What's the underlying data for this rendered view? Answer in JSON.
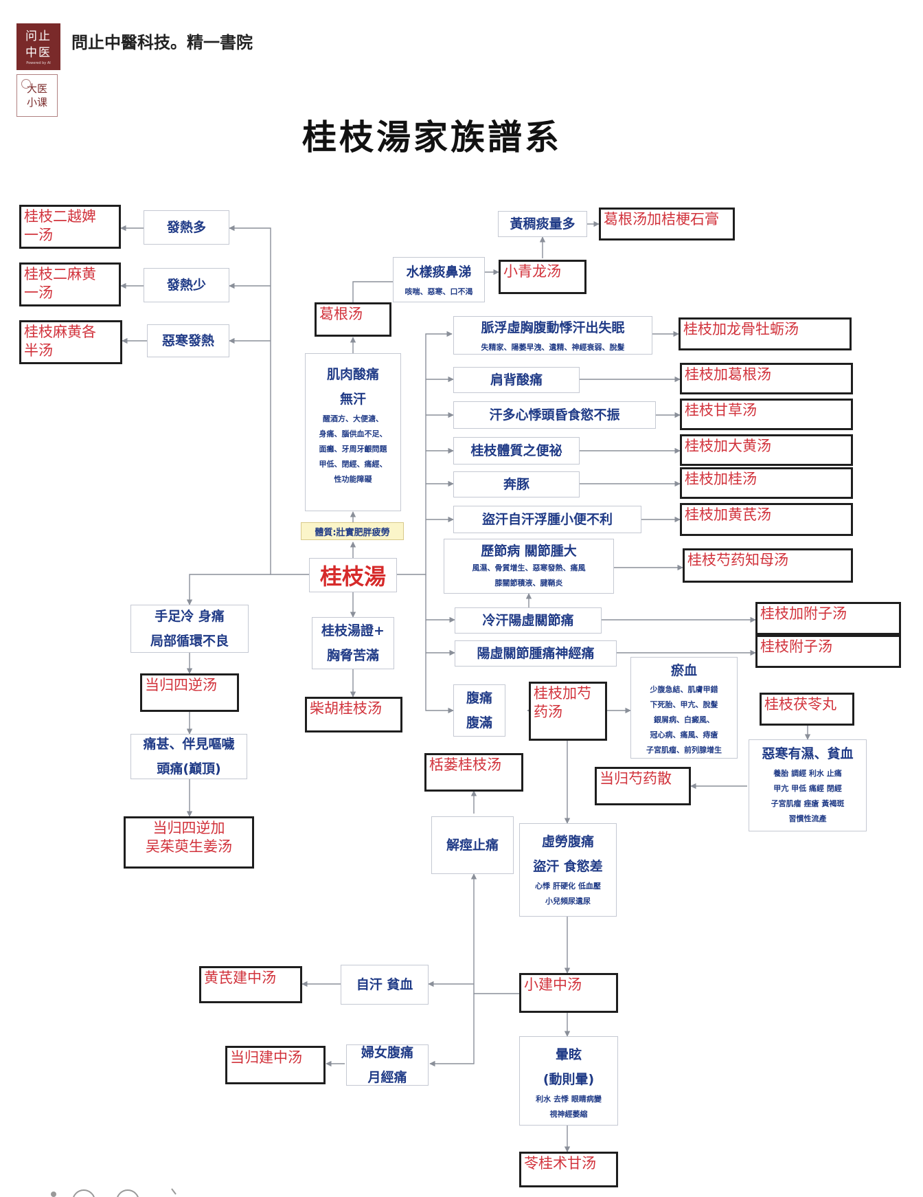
{
  "header": {
    "logo1_line1": "问止",
    "logo1_line2": "中医",
    "logo1_small": "Powered by AI",
    "logo2_line1": "大医",
    "logo2_line2": "小课",
    "brand": "問止中醫科技。精一書院"
  },
  "title": "桂枝湯家族譜系",
  "center": "桂枝湯",
  "physique": "體質:壯實肥胖疲勞",
  "nodes": {
    "fever_more": "發熱多",
    "fever_less": "發熱少",
    "chill_fever": "惡寒發熱",
    "sputum": "黃稠痰量多",
    "watery": "水樣痰鼻涕",
    "watery_sub": "咳喘、惡寒、口不渴",
    "muscle_t1": "肌肉酸痛",
    "muscle_t2": "無汗",
    "muscle_s1": "醒酒方、大便溏、",
    "muscle_s2": "身痛、腦供血不足、",
    "muscle_s3": "面癱、牙周牙齦問題",
    "muscle_s4": "甲低、閉經、痛經、",
    "muscle_s5": "性功能障礙",
    "pulse": "脈浮虛胸腹動悸汗出失眠",
    "pulse_sub": "失精家、陽萎早洩、遺精、神經衰弱、脫髮",
    "shoulder": "肩背酸痛",
    "sweat_palp": "汗多心悸頭昏食慾不振",
    "constip": "桂枝體質之便祕",
    "bentun": "奔豚",
    "night_sweat": "盜汗自汗浮腫小便不利",
    "joint_t": "歷節病 關節腫大",
    "joint_s1": "風濕、骨質增生、惡寒發熱、痛風",
    "joint_s2": "膝關節積液、腱鞘炎",
    "cold_sweat": "冷汗陽虛關節痛",
    "yang_def": "陽虛關節腫痛神經痛",
    "hands_t1": "手足冷 身痛",
    "hands_t2": "局部循環不良",
    "chaihu_t1": "桂枝湯證+",
    "chaihu_t2": "胸脅苦滿",
    "abd_t1": "腹痛",
    "abd_t2": "腹滿",
    "stasis_t": "瘀血",
    "stasis_s1": "少腹急結、肌膚甲錯",
    "stasis_s2": "下死胎、甲亢、脫髮",
    "stasis_s3": "銀屑病、白癜風、",
    "stasis_s4": "冠心病、痛風、痔瘡",
    "stasis_s5": "子宮肌瘤、前列腺增生",
    "aversion_t": "惡寒有濕、貧血",
    "aversion_s1": "養胎 調經 利水 止痛",
    "aversion_s2": "甲亢 甲低 痛經 閉經",
    "aversion_s3": "子宮肌瘤 痤瘡 黃褐斑",
    "aversion_s4": "習慣性流產",
    "headache_t1": "痛甚、伴見嘔噦",
    "headache_t2": "頭痛(巔頂)",
    "spasm": "解痙止痛",
    "xulao_t1": "虛勞腹痛",
    "xulao_t2": "盜汗 食慾差",
    "xulao_s1": "心悸 肝硬化 低血壓",
    "xulao_s2": "小兒頻尿遺尿",
    "spont": "自汗 貧血",
    "women_t1": "婦女腹痛",
    "women_t2": "月經痛",
    "dizzy_t1": "暈眩",
    "dizzy_t2": "(動則暈)",
    "dizzy_s1": "利水 去悸 眼睛病變",
    "dizzy_s2": "視神經萎縮"
  },
  "remedies": {
    "r_erybi": "桂枝二越婢\n一汤",
    "r_ermahuang": "桂枝二麻黄\n一汤",
    "r_mahuangge": "桂枝麻黄各\n半汤",
    "r_gegen_jiegeng": "葛根汤加桔梗石膏",
    "r_xiaoqinglong": "小青龙汤",
    "r_gegen": "葛根汤",
    "r_longgu": "桂枝加龙骨牡蛎汤",
    "r_gegenjia": "桂枝加葛根汤",
    "r_gancao": "桂枝甘草汤",
    "r_dahuang": "桂枝加大黄汤",
    "r_jiagui": "桂枝加桂汤",
    "r_huangqi": "桂枝加黄芪汤",
    "r_zhimu": "桂枝芍药知母汤",
    "r_fuzi_jia": "桂枝加附子汤",
    "r_fuzi": "桂枝附子汤",
    "r_sini": "当归四逆汤",
    "r_chaihu": "柴胡桂枝汤",
    "r_shaoyao": "桂枝加芍\n药汤",
    "r_fuling": "桂枝茯苓丸",
    "r_danggui_shaoyao": "当归芍药散",
    "r_gualou": "栝蒌桂枝汤",
    "r_sini_wuzhuyu": "当归四逆加\n吴茱萸生姜汤",
    "r_xiaojianzhong": "小建中汤",
    "r_huangqijianzhong": "黄芪建中汤",
    "r_dangguijianzhong": "当归建中汤",
    "r_linggui": "苓桂术甘汤"
  }
}
